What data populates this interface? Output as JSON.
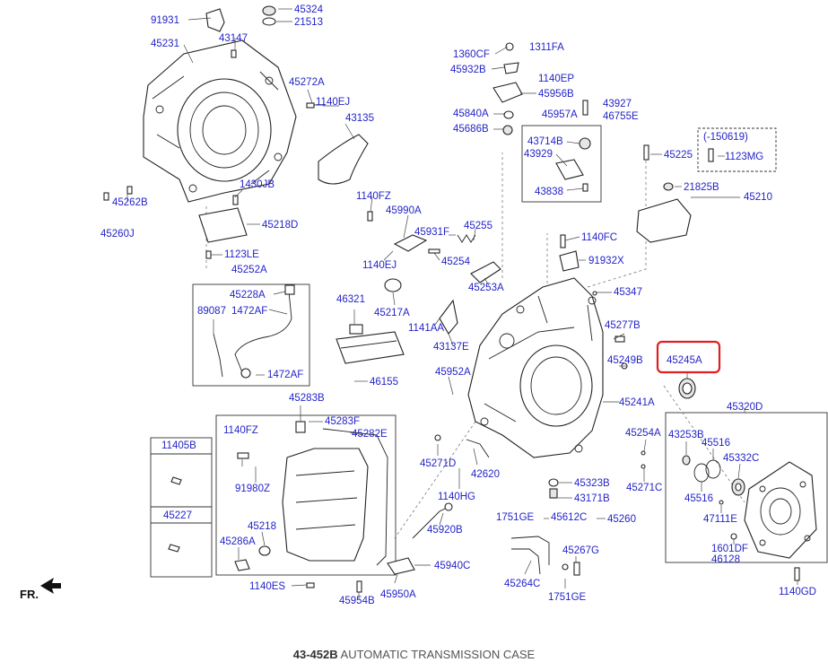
{
  "caption": {
    "code": "43-452B",
    "title": "AUTOMATIC TRANSMISSION CASE"
  },
  "front_marker": "FR.",
  "highlighted_part": "45245A",
  "colors": {
    "label": "#2424c8",
    "highlight": "#e02020",
    "line": "#222222"
  },
  "labels": [
    "91931",
    "45324",
    "21513",
    "45231",
    "43147",
    "45272A",
    "1140EJ",
    "43135",
    "1430JB",
    "1140FZ",
    "45218D",
    "45262B",
    "45260J",
    "1123LE",
    "45252A",
    "45228A",
    "89087",
    "1472AF",
    "1472AF",
    "46321",
    "45217A",
    "46155",
    "45990A",
    "45931F",
    "45255",
    "1140EJ",
    "45254",
    "45253A",
    "1141AA",
    "43137E",
    "45952A",
    "1360CF",
    "1311FA",
    "45932B",
    "1140EP",
    "45956B",
    "45840A",
    "45957A",
    "43927",
    "46755E",
    "45686B",
    "43714B",
    "43929",
    "43838",
    "(-150619)",
    "1123MG",
    "45225",
    "21825B",
    "45210",
    "1140FC",
    "91932X",
    "45347",
    "45277B",
    "45249B",
    "45245A",
    "45241A",
    "45320D",
    "45254A",
    "43253B",
    "45516",
    "45332C",
    "45516",
    "47111E",
    "1601DF",
    "46128",
    "1140GD",
    "45271C",
    "45323B",
    "43171B",
    "45612C",
    "45260",
    "1751GE",
    "45264C",
    "45267G",
    "1751GE",
    "45271D",
    "42620",
    "1140HG",
    "45920B",
    "45940C",
    "45950A",
    "45954B",
    "45283B",
    "1140FZ",
    "45283F",
    "45282E",
    "91980Z",
    "45218",
    "45286A",
    "1140ES",
    "11405B",
    "45227"
  ]
}
